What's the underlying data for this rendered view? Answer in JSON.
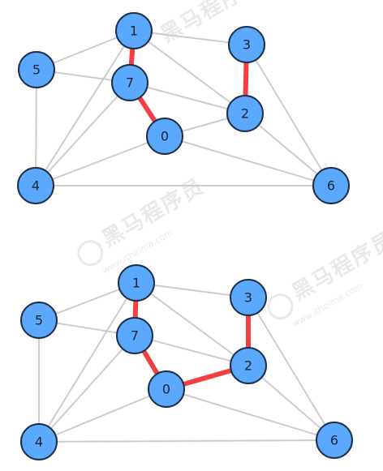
{
  "watermark": {
    "text": "黑马程序员",
    "url": "www.itheima.com"
  },
  "graphs": [
    {
      "nodes": [
        {
          "id": "0",
          "label": "0"
        },
        {
          "id": "1",
          "label": "1"
        },
        {
          "id": "2",
          "label": "2"
        },
        {
          "id": "3",
          "label": "3"
        },
        {
          "id": "4",
          "label": "4"
        },
        {
          "id": "5",
          "label": "5"
        },
        {
          "id": "6",
          "label": "6"
        },
        {
          "id": "7",
          "label": "7"
        }
      ],
      "edges": [
        {
          "from": "1",
          "to": "5",
          "highlight": false
        },
        {
          "from": "1",
          "to": "3",
          "highlight": false
        },
        {
          "from": "1",
          "to": "2",
          "highlight": false
        },
        {
          "from": "1",
          "to": "7",
          "highlight": true
        },
        {
          "from": "1",
          "to": "4",
          "highlight": false
        },
        {
          "from": "5",
          "to": "7",
          "highlight": false
        },
        {
          "from": "5",
          "to": "4",
          "highlight": false
        },
        {
          "from": "7",
          "to": "2",
          "highlight": false
        },
        {
          "from": "7",
          "to": "0",
          "highlight": true
        },
        {
          "from": "7",
          "to": "4",
          "highlight": false
        },
        {
          "from": "3",
          "to": "2",
          "highlight": true
        },
        {
          "from": "3",
          "to": "6",
          "highlight": false
        },
        {
          "from": "2",
          "to": "0",
          "highlight": false
        },
        {
          "from": "2",
          "to": "6",
          "highlight": false
        },
        {
          "from": "0",
          "to": "4",
          "highlight": false
        },
        {
          "from": "0",
          "to": "6",
          "highlight": false
        },
        {
          "from": "4",
          "to": "6",
          "highlight": false
        }
      ]
    },
    {
      "nodes": [
        {
          "id": "0",
          "label": "0"
        },
        {
          "id": "1",
          "label": "1"
        },
        {
          "id": "2",
          "label": "2"
        },
        {
          "id": "3",
          "label": "3"
        },
        {
          "id": "4",
          "label": "4"
        },
        {
          "id": "5",
          "label": "5"
        },
        {
          "id": "6",
          "label": "6"
        },
        {
          "id": "7",
          "label": "7"
        }
      ],
      "edges": [
        {
          "from": "1",
          "to": "5",
          "highlight": false
        },
        {
          "from": "1",
          "to": "3",
          "highlight": false
        },
        {
          "from": "1",
          "to": "2",
          "highlight": false
        },
        {
          "from": "1",
          "to": "7",
          "highlight": true
        },
        {
          "from": "1",
          "to": "4",
          "highlight": false
        },
        {
          "from": "5",
          "to": "7",
          "highlight": false
        },
        {
          "from": "5",
          "to": "4",
          "highlight": false
        },
        {
          "from": "7",
          "to": "2",
          "highlight": false
        },
        {
          "from": "7",
          "to": "0",
          "highlight": true
        },
        {
          "from": "7",
          "to": "4",
          "highlight": false
        },
        {
          "from": "3",
          "to": "2",
          "highlight": true
        },
        {
          "from": "3",
          "to": "6",
          "highlight": false
        },
        {
          "from": "2",
          "to": "0",
          "highlight": true
        },
        {
          "from": "2",
          "to": "6",
          "highlight": false
        },
        {
          "from": "0",
          "to": "4",
          "highlight": false
        },
        {
          "from": "0",
          "to": "6",
          "highlight": false
        },
        {
          "from": "4",
          "to": "6",
          "highlight": false
        }
      ]
    }
  ],
  "colors": {
    "node_fill": "#5aa9ff",
    "node_stroke": "#1e2e44",
    "edge": "#cccccc",
    "highlight_edge": "#f24040"
  }
}
